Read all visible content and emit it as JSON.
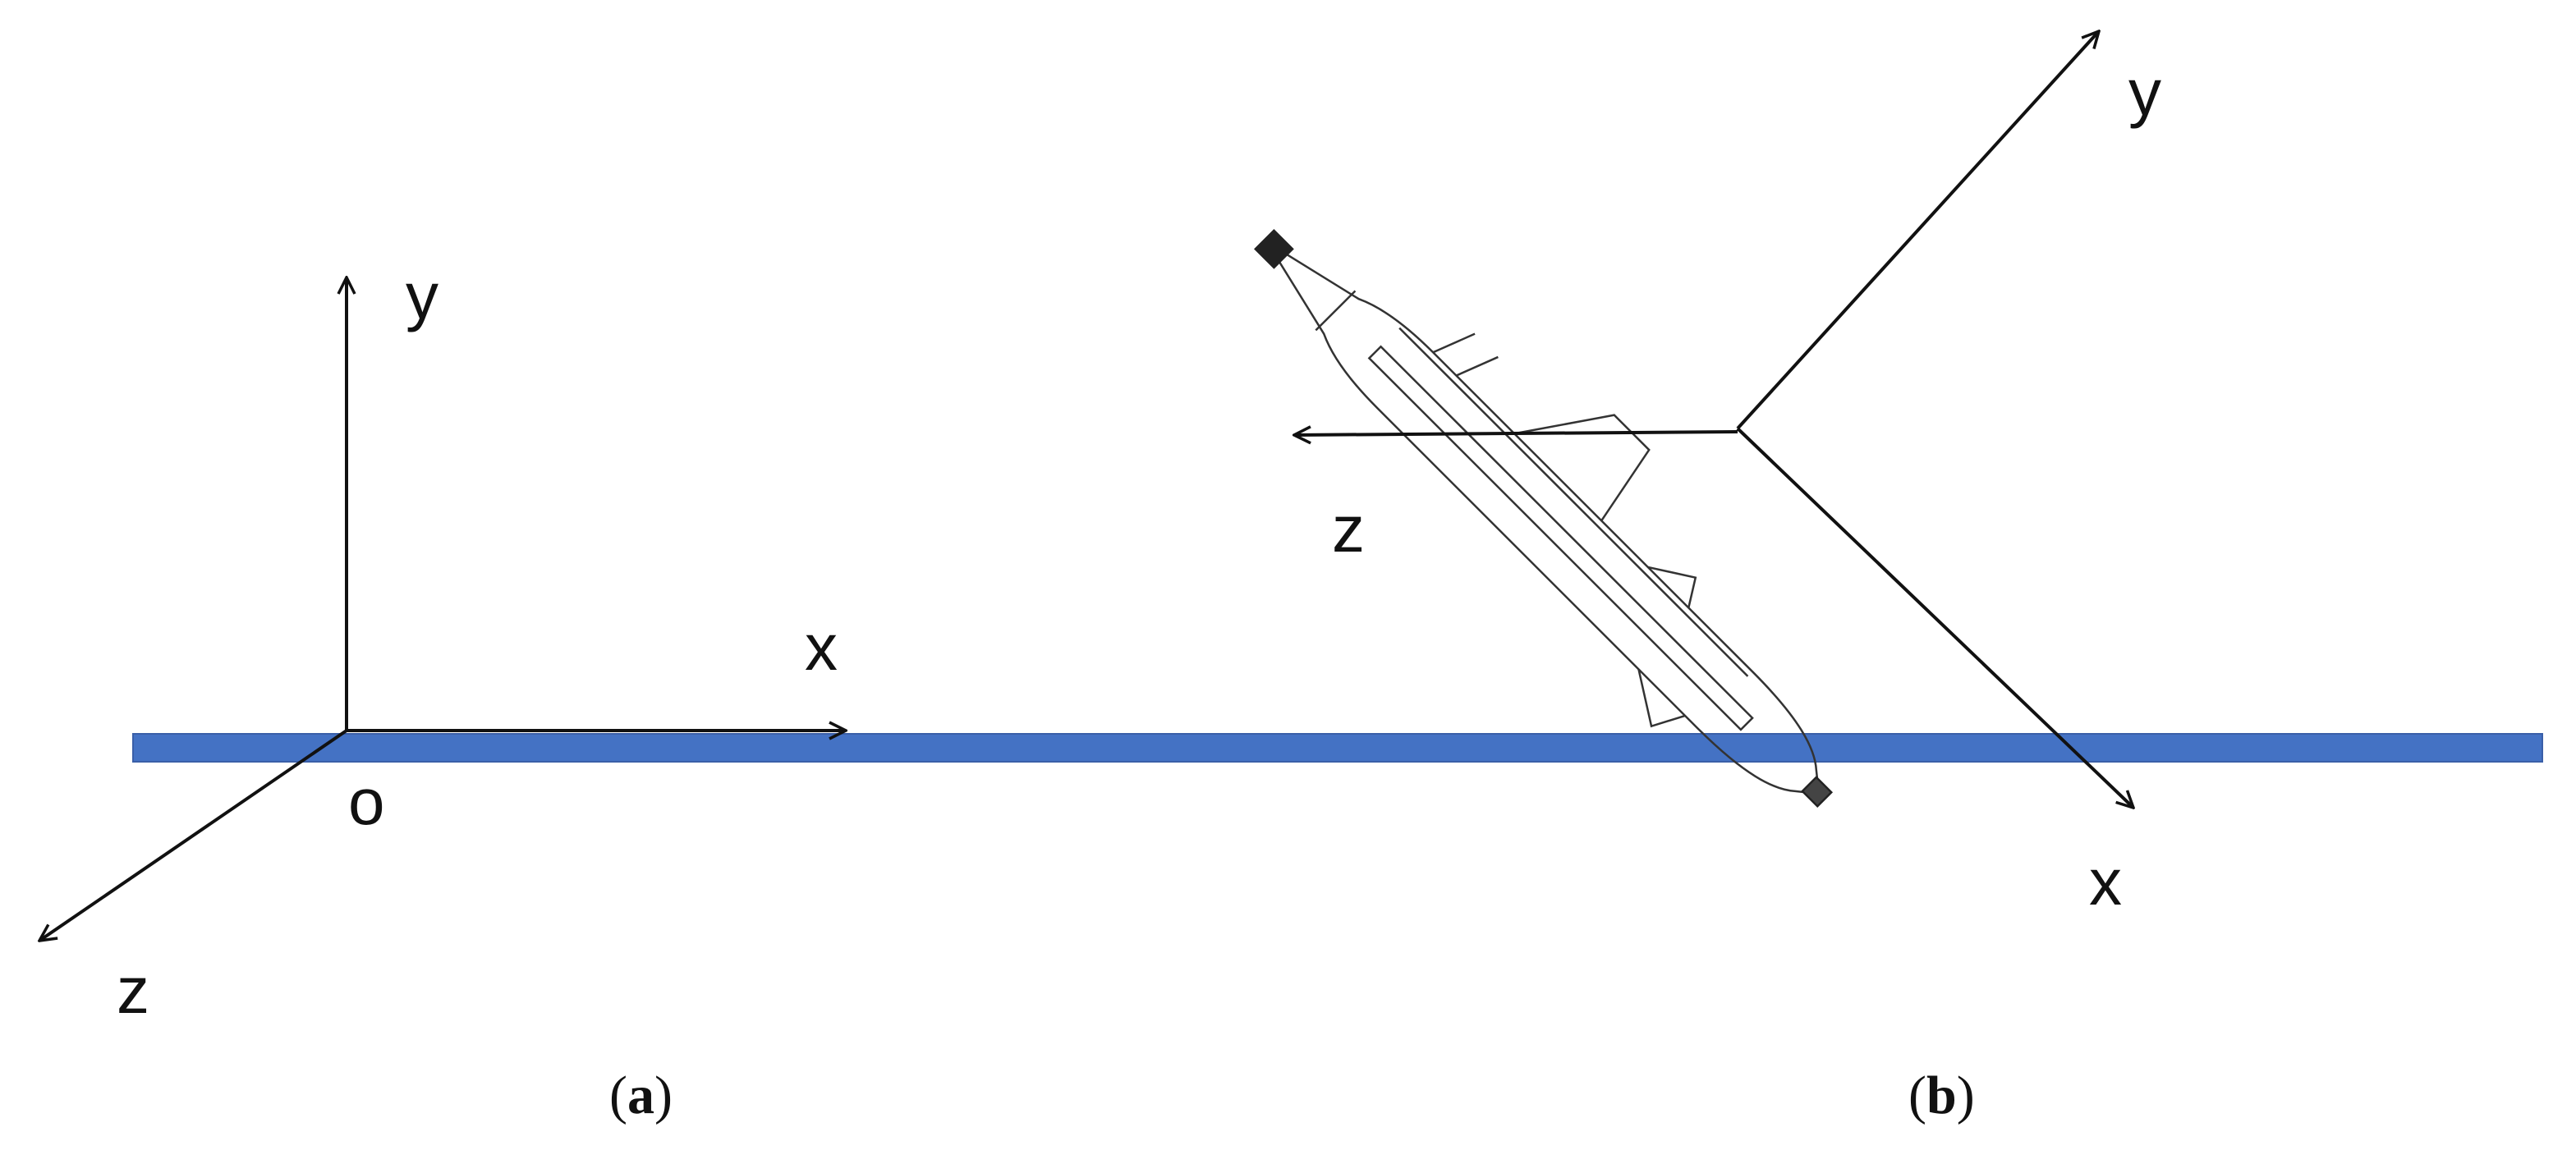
{
  "colors": {
    "water_surface": "#4472c4",
    "water_surface_edge": "#3a5fa8",
    "lines": "#111111",
    "vehicle_outline": "#333333"
  },
  "panel_a": {
    "label_open": "(",
    "label_letter": "a",
    "label_close": ")",
    "axes": {
      "x": "x",
      "y": "y",
      "z": "z",
      "origin": "o"
    }
  },
  "panel_b": {
    "label_open": "(",
    "label_letter": "b",
    "label_close": ")",
    "axes": {
      "x": "x",
      "y": "y",
      "z": "z"
    },
    "vehicle_icon": "underwater-vehicle-icon"
  }
}
